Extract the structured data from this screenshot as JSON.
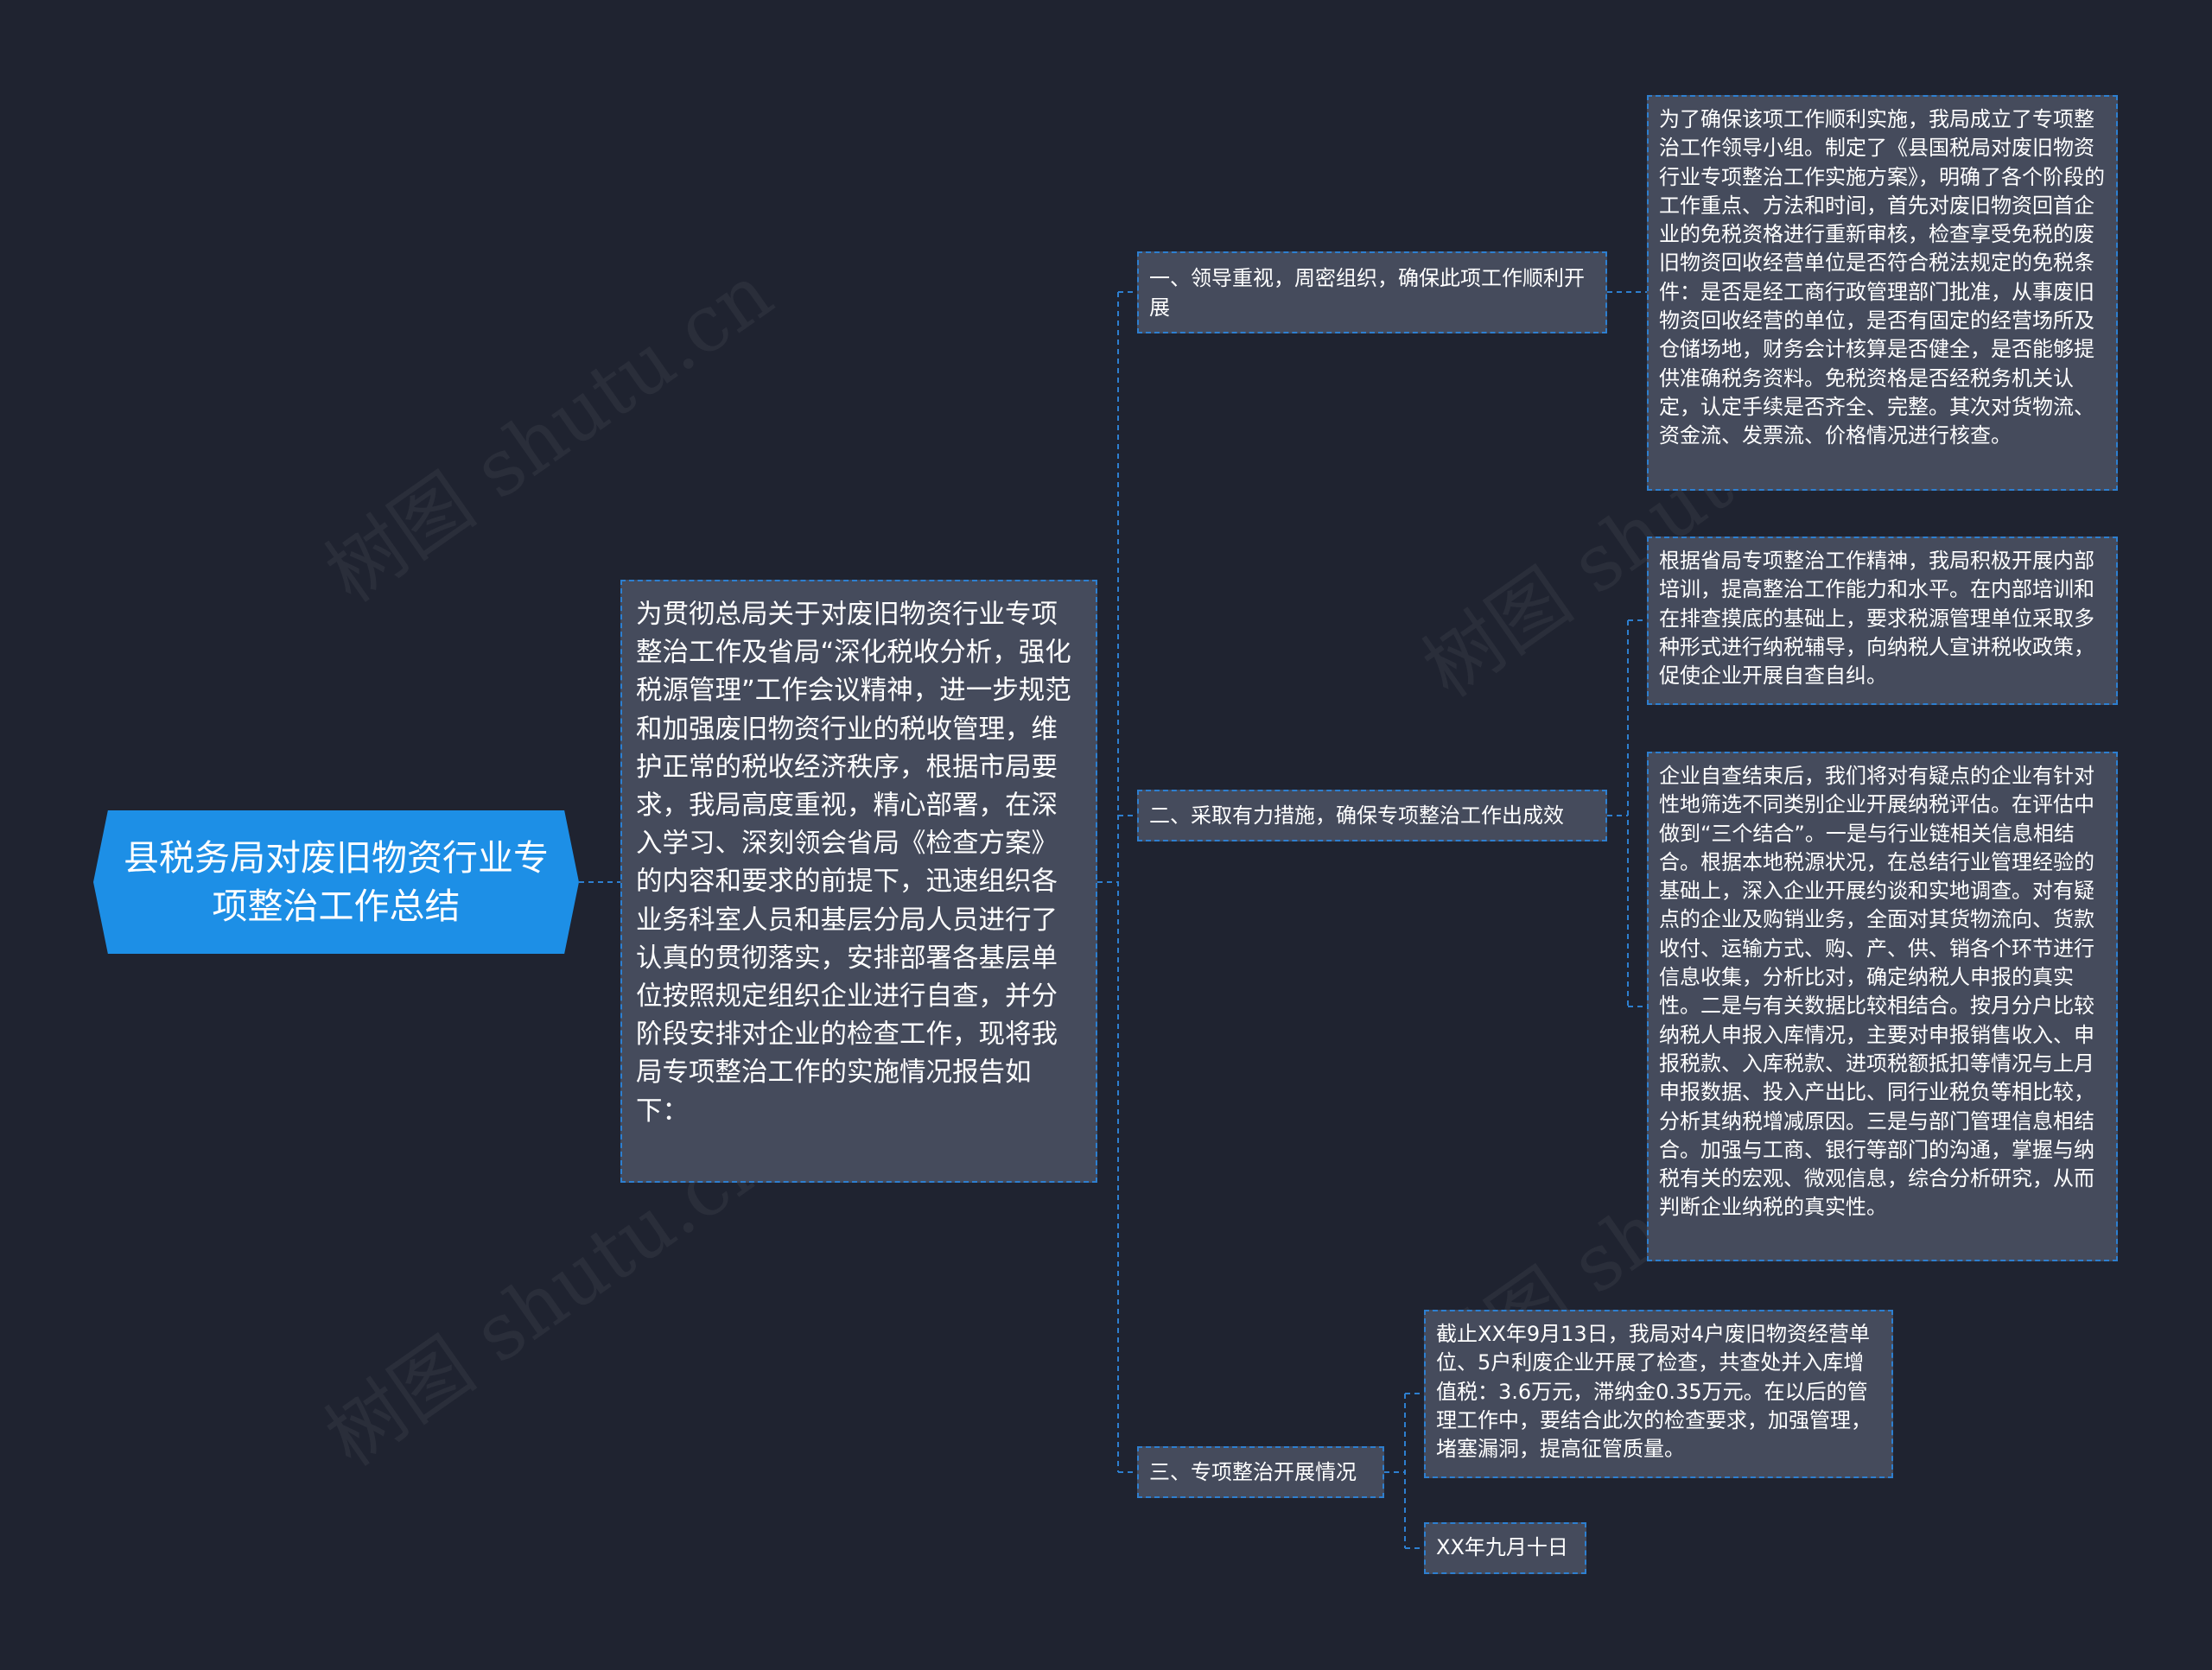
{
  "root": {
    "title": "县税务局对废旧物资行业专项整治工作总结"
  },
  "intro": {
    "text": "为贯彻总局关于对废旧物资行业专项整治工作及省局“深化税收分析，强化税源管理”工作会议精神，进一步规范和加强废旧物资行业的税收管理，维护正常的税收经济秩序，根据市局要求，我局高度重视，精心部署，在深入学习、深刻领会省局《检查方案》的内容和要求的前提下，迅速组织各业务科室人员和基层分局人员进行了认真的贯彻落实，安排部署各基层单位按照规定组织企业进行自查，并分阶段安排对企业的检查工作，现将我局专项整治工作的实施情况报告如下："
  },
  "branches": [
    {
      "label": "一、领导重视，周密组织，确保此项工作顺利开展",
      "details": [
        "为了确保该项工作顺利实施，我局成立了专项整治工作领导小组。制定了《县国税局对废旧物资行业专项整治工作实施方案》，明确了各个阶段的工作重点、方法和时间，首先对废旧物资回首企业的免税资格进行重新审核，检查享受免税的废旧物资回收经营单位是否符合税法规定的免税条件：是否是经工商行政管理部门批准，从事废旧物资回收经营的单位，是否有固定的经营场所及仓储场地，财务会计核算是否健全，是否能够提供准确税务资料。免税资格是否经税务机关认定，认定手续是否齐全、完整。其次对货物流、资金流、发票流、价格情况进行核查。"
      ]
    },
    {
      "label": "二、采取有力措施，确保专项整治工作出成效",
      "details": [
        "根据省局专项整治工作精神，我局积极开展内部培训，提高整治工作能力和水平。在内部培训和在排查摸底的基础上，要求税源管理单位采取多种形式进行纳税辅导，向纳税人宣讲税收政策，促使企业开展自查自纠。",
        "企业自查结束后，我们将对有疑点的企业有针对性地筛选不同类别企业开展纳税评估。在评估中做到“三个结合”。一是与行业链相关信息相结合。根据本地税源状况，在总结行业管理经验的基础上，深入企业开展约谈和实地调查。对有疑点的企业及购销业务，全面对其货物流向、货款收付、运输方式、购、产、供、销各个环节进行信息收集，分析比对，确定纳税人申报的真实性。二是与有关数据比较相结合。按月分户比较纳税人申报入库情况，主要对申报销售收入、申报税款、入库税款、进项税额抵扣等情况与上月申报数据、投入产出比、同行业税负等相比较，分析其纳税增减原因。三是与部门管理信息相结合。加强与工商、银行等部门的沟通，掌握与纳税有关的宏观、微观信息，综合分析研究，从而判断企业纳税的真实性。"
      ]
    },
    {
      "label": "三、专项整治开展情况",
      "details": [
        "截止XX年9月13日，我局对4户废旧物资经营单位、5户利废企业开展了检查，共查处并入库增值税：3.6万元，滞纳金0.35万元。在以后的管理工作中，要结合此次的检查要求，加强管理，堵塞漏洞，提高征管质量。",
        "XX年九月十日"
      ]
    }
  ],
  "watermark": "树图 shutu.cn",
  "colors": {
    "background": "#1f2330",
    "root_fill": "#1d8fe6",
    "node_fill": "#454b5c",
    "connector": "#2d7fd0",
    "text": "#ffffff"
  }
}
